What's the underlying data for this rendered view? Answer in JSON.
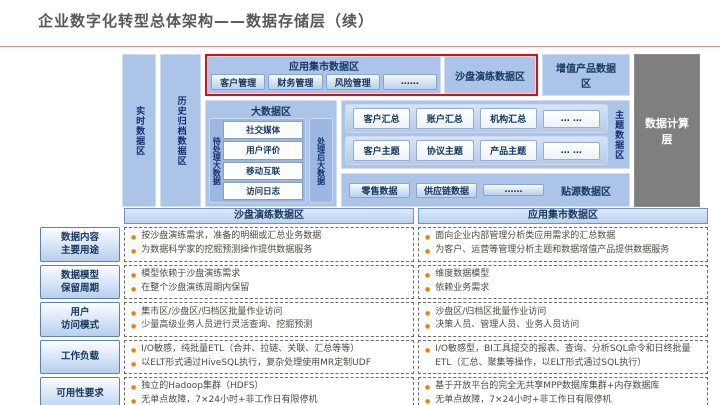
{
  "title": "企业数字化转型总体架构——数据存储层（续）",
  "diagram": {
    "realtime_zone_label": "实时数据区",
    "archive_zone_label": "历史归档数据区",
    "app_mart_title": "应用集市数据区",
    "app_mart_buttons": [
      "客户管理",
      "财务管理",
      "风险管理",
      "……"
    ],
    "sandbox_zone_label": "沙盘演练数据区",
    "value_added_zone_label": "增值产品数据区",
    "bigdata_title": "大数据区",
    "bigdata_pending_label": "待处理大数据",
    "bigdata_items": [
      "社交媒体",
      "用户评价",
      "移动互联",
      "访问日志"
    ],
    "bigdata_processed_label": "处理后大数据",
    "theme_zone_label": "主题数据区",
    "summary_buttons": [
      "客户汇总",
      "账户汇总",
      "机构汇总",
      "… …"
    ],
    "subject_buttons": [
      "客户主题",
      "协议主题",
      "产品主题",
      "… …"
    ],
    "source_zone_label": "贴源数据区",
    "source_buttons": [
      "零售数据",
      "供应链数据",
      "……"
    ],
    "compute_layer_label": "数据计算层"
  },
  "comparison_table": {
    "columns": [
      "沙盘演练数据区",
      "应用集市数据区"
    ],
    "rows": [
      {
        "label": "数据内容\n主要用途",
        "sandbox": [
          "按沙盘演练需求，准备的明细或汇总业务数据",
          "为数据科学家的挖掘预测操作提供数据服务"
        ],
        "appmart": [
          "面向企业内部管理分析类应用需求的汇总数据",
          "为客户、运营等管理分析主题和数据增值产品提供数据服务"
        ]
      },
      {
        "label": "数据模型\n保留周期",
        "sandbox": [
          "模型依赖于沙盘演练需求",
          "在整个沙盘演练周期内保留"
        ],
        "appmart": [
          "维度数据模型",
          "依赖业务需求"
        ]
      },
      {
        "label": "用户\n访问模式",
        "sandbox": [
          "集市区/沙盘区/归档区批量作业访问",
          "少量高级业务人员进行灵活查询、挖掘预测"
        ],
        "appmart": [
          "沙盘区/归档区批量作业访问",
          "决策人员、管理人员、业务人员访问"
        ]
      },
      {
        "label": "工作负载",
        "sandbox": [
          "I/O敏感，纯批量ETL（合并、拉链、关联、汇总等等）",
          "以ELT形式通过HiveSQL执行，复杂处理使用MR定制UDF"
        ],
        "appmart": [
          "I/O敏感型，BI工具提交的报表、查询、分析SQL命令和日终批量ETL（汇总、聚集等操作，以ELT形式通过SQL执行）"
        ]
      },
      {
        "label": "可用性要求",
        "sandbox": [
          "独立的Hadoop集群（HDFS）",
          "无单点故障，7×24小时+非工作日有限停机"
        ],
        "appmart": [
          "基于开放平台的完全无共享MPP数据库集群+内存数据库",
          "无单点故障，7×24小时+非工作日有限停机"
        ]
      }
    ]
  },
  "colors": {
    "panel_blue": "#abc4e8",
    "navy_text": "#17375e",
    "highlight_red": "#e00d0b",
    "compute_gray": "#7f7f7f",
    "bullet_orange": "#e8820c",
    "title_gray": "#595959"
  }
}
